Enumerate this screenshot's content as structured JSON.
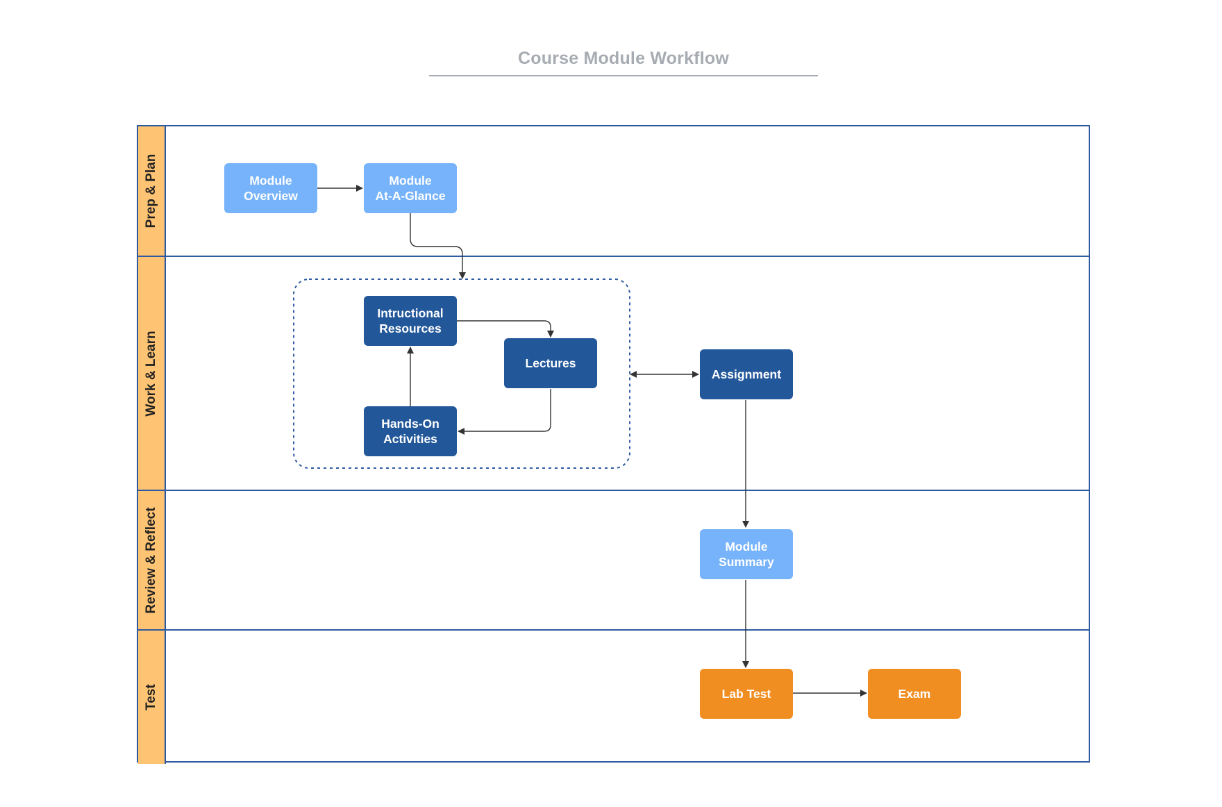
{
  "diagram": {
    "title": "Course Module Workflow",
    "lanes": [
      {
        "id": "prep",
        "label": "Prep & Plan"
      },
      {
        "id": "work",
        "label": "Work & Learn"
      },
      {
        "id": "review",
        "label": "Review & Reflect"
      },
      {
        "id": "test",
        "label": "Test"
      }
    ],
    "nodes": {
      "module_overview": {
        "label": "Module\nOverview",
        "lane": "Prep & Plan",
        "color": "#76b3fa"
      },
      "module_at_a_glance": {
        "label": "Module\nAt-A-Glance",
        "lane": "Prep & Plan",
        "color": "#76b3fa"
      },
      "instructional_resources": {
        "label": "Intructional\nResources",
        "lane": "Work & Learn",
        "color": "#22579a"
      },
      "lectures": {
        "label": "Lectures",
        "lane": "Work & Learn",
        "color": "#22579a"
      },
      "hands_on_activities": {
        "label": "Hands-On\nActivities",
        "lane": "Work & Learn",
        "color": "#22579a"
      },
      "assignment": {
        "label": "Assignment",
        "lane": "Work & Learn",
        "color": "#22579a"
      },
      "module_summary": {
        "label": "Module\nSummary",
        "lane": "Review & Reflect",
        "color": "#76b3fa"
      },
      "lab_test": {
        "label": "Lab Test",
        "lane": "Test",
        "color": "#f18e22"
      },
      "exam": {
        "label": "Exam",
        "lane": "Test",
        "color": "#f18e22"
      }
    },
    "edges": [
      {
        "from": "module_overview",
        "to": "module_at_a_glance"
      },
      {
        "from": "module_at_a_glance",
        "to": "learning_group"
      },
      {
        "from": "instructional_resources",
        "to": "lectures"
      },
      {
        "from": "lectures",
        "to": "hands_on_activities"
      },
      {
        "from": "hands_on_activities",
        "to": "instructional_resources"
      },
      {
        "from": "learning_group",
        "to": "assignment",
        "bidirectional": true
      },
      {
        "from": "assignment",
        "to": "module_summary"
      },
      {
        "from": "module_summary",
        "to": "lab_test"
      },
      {
        "from": "lab_test",
        "to": "exam"
      }
    ],
    "colors": {
      "lane_header": "#ffc473",
      "border": "#2d5aa0",
      "connector": "#333333",
      "group_border": "#2d5aa0"
    }
  }
}
